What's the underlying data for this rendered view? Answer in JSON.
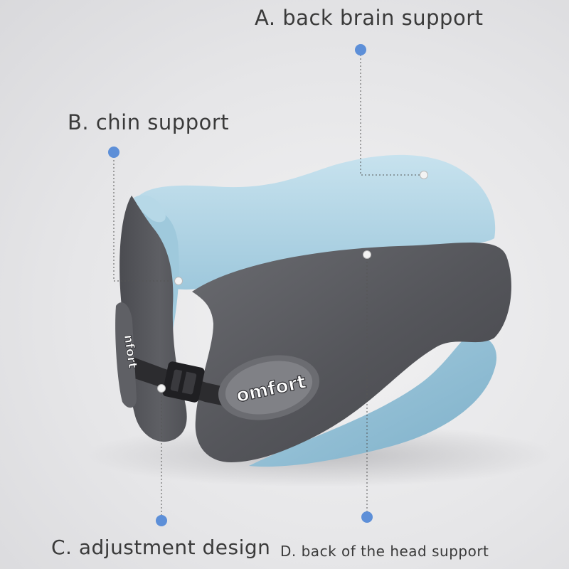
{
  "image": {
    "product": "u-shaped memory foam neck pillow",
    "colors": {
      "background": "#e6e6e8",
      "foam_blue": "#a9cfe0",
      "fabric_gray": "#55565b",
      "callout_dot": "#5d8fd8",
      "callout_line": "#555555",
      "label_text": "#3a3a3a"
    }
  },
  "brand": {
    "badge_left_text": "nfort",
    "badge_right_text": "omfort"
  },
  "callouts": {
    "a": {
      "label": "A. back brain support"
    },
    "b": {
      "label": "B. chin support"
    },
    "c": {
      "label": "C. adjustment design"
    },
    "d": {
      "label": "D. back of the head support"
    }
  }
}
